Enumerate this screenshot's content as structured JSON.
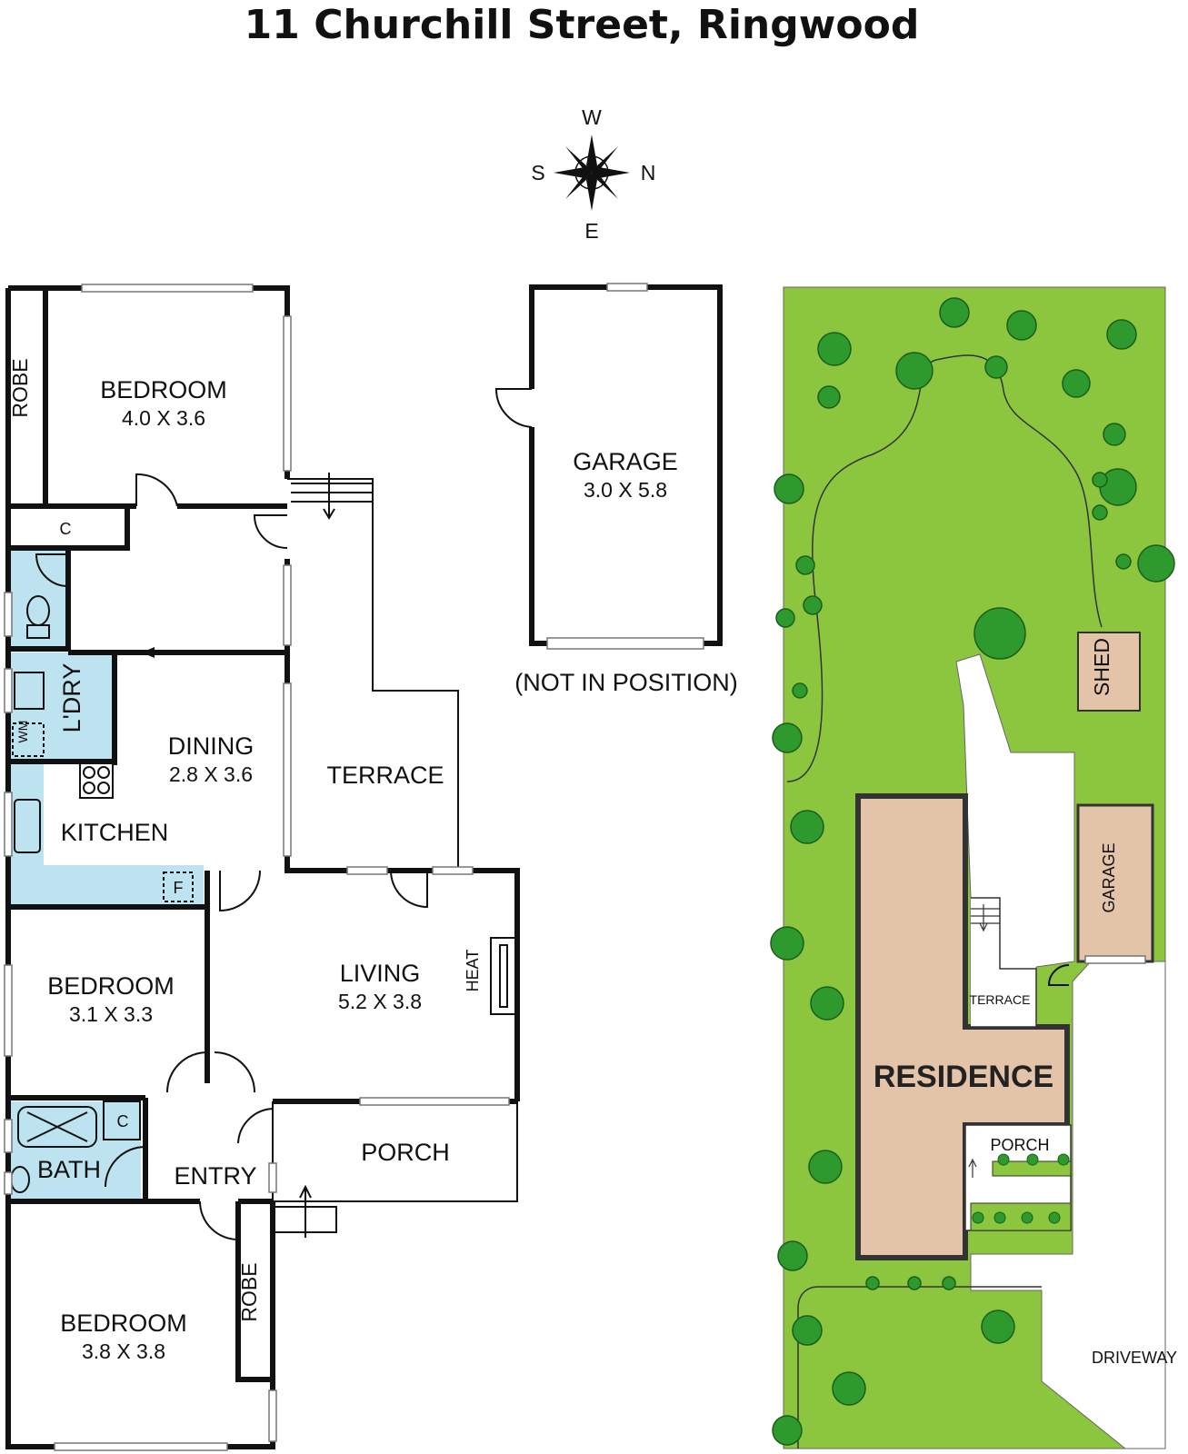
{
  "title": "11 Churchill Street, Ringwood",
  "compass": {
    "w": "W",
    "s": "S",
    "n": "N",
    "e": "E"
  },
  "rooms": {
    "bedroom1": {
      "label": "BEDROOM",
      "dims": "4.0 X 3.6"
    },
    "robe1": "ROBE",
    "cupboard1": "C",
    "laundry": "L'DRY",
    "wm": "WM",
    "dining": {
      "label": "DINING",
      "dims": "2.8 X 3.6"
    },
    "kitchen": "KITCHEN",
    "fridge": "F",
    "terrace": "TERRACE",
    "living": {
      "label": "LIVING",
      "dims": "5.2 X 3.8"
    },
    "heat": "HEAT",
    "bedroom2": {
      "label": "BEDROOM",
      "dims": "3.1 X 3.3"
    },
    "bath": "BATH",
    "cupboard2": "C",
    "entry": "ENTRY",
    "porch": "PORCH",
    "bedroom3": {
      "label": "BEDROOM",
      "dims": "3.8 X 3.8"
    },
    "robe2": "ROBE"
  },
  "garage": {
    "label": "GARAGE",
    "dims": "3.0 X 5.8",
    "note": "(NOT IN POSITION)"
  },
  "site": {
    "shed": "SHED",
    "garage": "GARAGE",
    "terrace": "TERRACE",
    "residence": "RESIDENCE",
    "porch": "PORCH",
    "driveway": "DRIVEWAY"
  },
  "colors": {
    "lawn": "#8cc63f",
    "residence": "#e4c4a8",
    "wet_area": "#bde3f0",
    "tree": "#2e9a2e",
    "outline": "#111111"
  }
}
